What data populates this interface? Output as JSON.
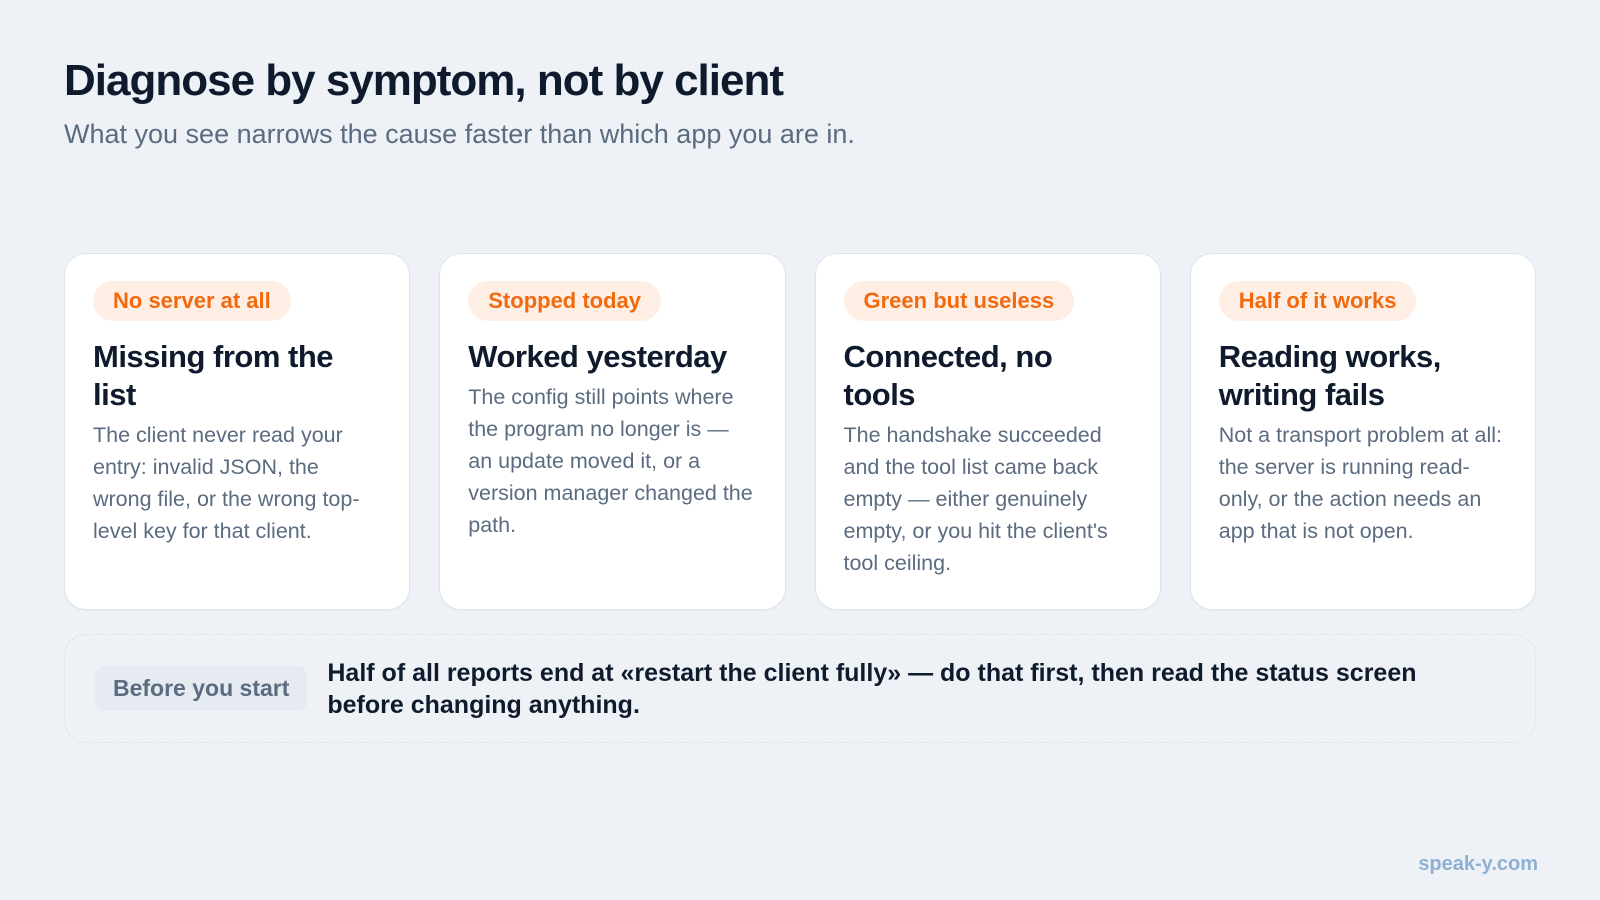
{
  "header": {
    "title": "Diagnose by symptom, not by client",
    "subtitle": "What you see narrows the cause faster than which app you are in."
  },
  "cards": [
    {
      "badge": "No server at all",
      "title": "Missing from the list",
      "text": "The client never read your entry: invalid JSON, the wrong file, or the wrong top-level key for that client."
    },
    {
      "badge": "Stopped today",
      "title": "Worked yesterday",
      "text": "The config still points where the program no longer is — an update moved it, or a version manager changed the path."
    },
    {
      "badge": "Green but useless",
      "title": "Connected, no tools",
      "text": "The handshake succeeded and the tool list came back empty — either genuinely empty, or you hit the client's tool ceiling."
    },
    {
      "badge": "Half of it works",
      "title": "Reading works, writing fails",
      "text": "Not a transport problem at all: the server is running read-only, or the action needs an app that is not open."
    }
  ],
  "tip": {
    "label": "Before you start",
    "text": "Half of all reports end at «restart the client fully» — do that first, then read the status screen before changing anything."
  },
  "footer": {
    "brand": "speak-y.com"
  },
  "colors": {
    "background": "#eef2f7",
    "card": "#ffffff",
    "accent": "#f26a0f",
    "badge_bg": "#ffeee3",
    "title": "#0f1b2d",
    "body_text": "#5b6b80",
    "brand": "#8fb0d3"
  }
}
